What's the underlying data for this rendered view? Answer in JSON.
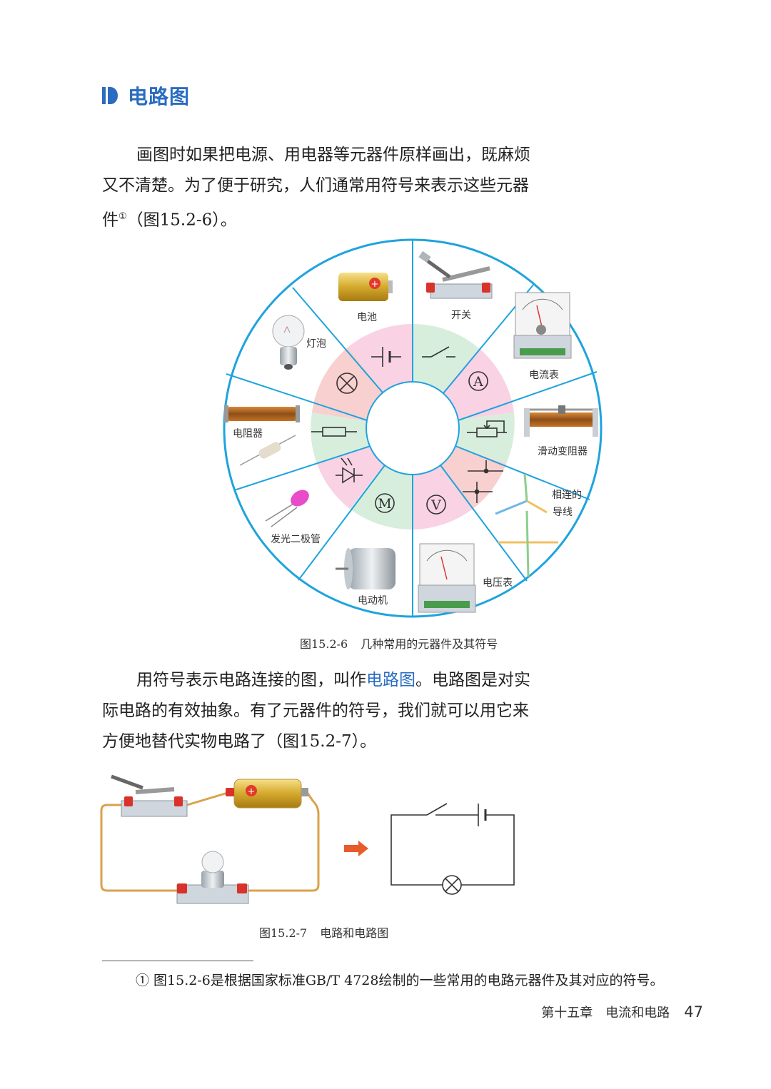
{
  "section": {
    "title": "电路图"
  },
  "paragraph1": {
    "text": "画图时如果把电源、用电器等元器件原样画出，既麻烦又不清楚。为了便于研究，人们通常用符号来表示这些元器件",
    "footnote_mark": "①",
    "after": "（图15.2-6）。"
  },
  "figure1": {
    "caption_number": "图15.2-6",
    "caption_text": "几种常用的元器件及其符号",
    "components": {
      "battery": "电池",
      "switch": "开关",
      "ammeter": "电流表",
      "rheostat": "滑动变阻器",
      "wires_line1": "相连的",
      "wires_line2": "导线",
      "voltmeter": "电压表",
      "motor": "电动机",
      "led": "发光二极管",
      "resistor": "电阻器",
      "bulb": "灯泡"
    },
    "symbol_letters": {
      "ammeter": "A",
      "voltmeter": "V",
      "motor": "M"
    },
    "colors": {
      "ring": "#1fa3dd",
      "pink": "#f9d2e4",
      "green": "#d8eedd",
      "salmon": "#f8d0cf"
    }
  },
  "paragraph2": {
    "before": "用符号表示电路连接的图，叫作",
    "term": "电路图",
    "after": "。电路图是对实际电路的有效抽象。有了元器件的符号，我们就可以用它来方便地替代实物电路了（图15.2-7）。"
  },
  "figure2": {
    "caption_number": "图15.2-7",
    "caption_text": "电路和电路图"
  },
  "footnote": {
    "text": "① 图15.2-6是根据国家标准GB/T 4728绘制的一些常用的电路元器件及其对应的符号。"
  },
  "page_footer": {
    "chapter": "第十五章　电流和电路",
    "page_number": "47"
  }
}
